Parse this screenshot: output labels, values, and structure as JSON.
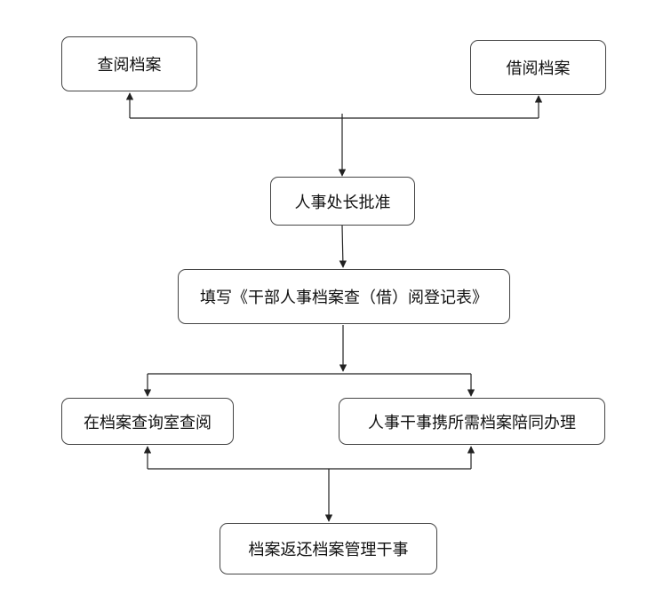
{
  "nodes": {
    "review": {
      "label": "查阅档案"
    },
    "borrow": {
      "label": "借阅档案"
    },
    "approve": {
      "label": "人事处长批准"
    },
    "register": {
      "label": "填写《干部人事档案查（借）阅登记表》"
    },
    "onsite": {
      "label": "在档案查询室查阅"
    },
    "accompany": {
      "label": "人事干事携所需档案陪同办理"
    },
    "return": {
      "label": "档案返还档案管理干事"
    }
  }
}
